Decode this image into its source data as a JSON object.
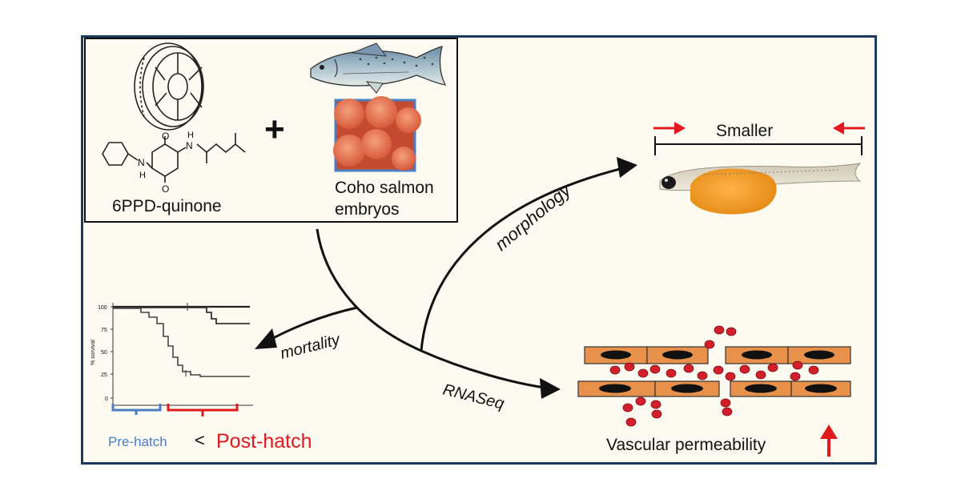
{
  "chemical": {
    "name": "6PPD-quinone",
    "atom_o": "O",
    "atom_n": "N",
    "atom_h": "H"
  },
  "plus": "+",
  "embryos_label": {
    "line1": "Coho salmon",
    "line2": "embryos"
  },
  "arrows": {
    "morphology": "morphology",
    "mortality": "mortality",
    "rnaseq": "RNASeq"
  },
  "smaller": "Smaller",
  "vascular": "Vascular permeability",
  "survival_plot": {
    "ylabel": "% survival",
    "yticks": [
      "100",
      "75",
      "50",
      "25",
      "0"
    ]
  },
  "comparison": {
    "pre": "Pre-hatch",
    "lt": "<",
    "post": "Post-hatch"
  },
  "colors": {
    "frame": "#1d3a5c",
    "red": "#e0191e",
    "blue": "#4a7fc4",
    "cell": "#e8914a",
    "egg": "#e86a4a"
  }
}
